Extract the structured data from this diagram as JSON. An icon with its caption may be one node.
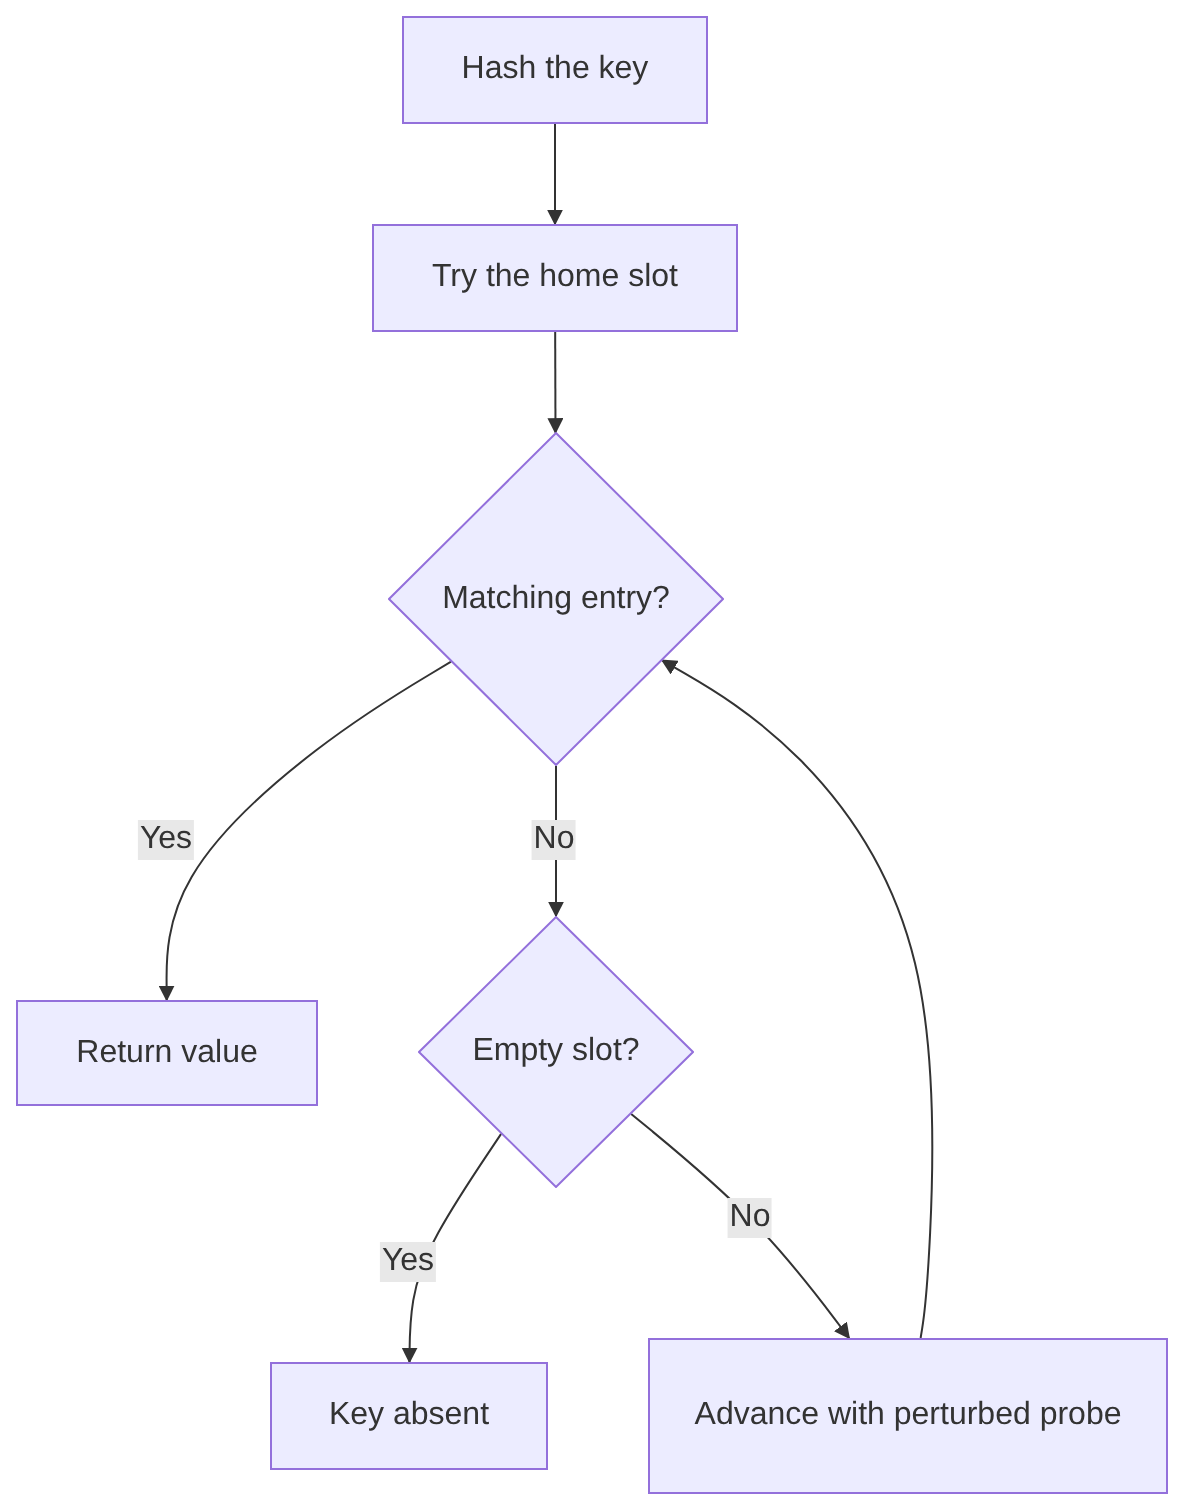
{
  "diagram": {
    "nodes": [
      {
        "text": [
          "Hash the key"
        ]
      },
      {
        "text": [
          "Try the home slot"
        ]
      },
      {
        "text": [
          "Matching entry?"
        ]
      },
      {
        "text": [
          "Return value"
        ]
      },
      {
        "text": [
          "Empty slot?"
        ]
      },
      {
        "text": [
          "Key absent"
        ]
      },
      {
        "text": [
          "Advance with perturbed probe"
        ]
      }
    ],
    "edges": [
      {
        "from": 0,
        "to": 1,
        "arrow": "to"
      },
      {
        "from": 1,
        "to": 2,
        "arrow": "to"
      },
      {
        "from": 2,
        "to": 3,
        "arrow": "to",
        "label": "Yes"
      },
      {
        "from": 2,
        "to": 4,
        "arrow": "to",
        "label": "No"
      },
      {
        "from": 4,
        "to": 5,
        "arrow": "to",
        "label": "Yes"
      },
      {
        "from": 4,
        "to": 6,
        "arrow": "to",
        "label": "No"
      },
      {
        "from": 6,
        "to": 2,
        "arrow": "to"
      }
    ]
  }
}
